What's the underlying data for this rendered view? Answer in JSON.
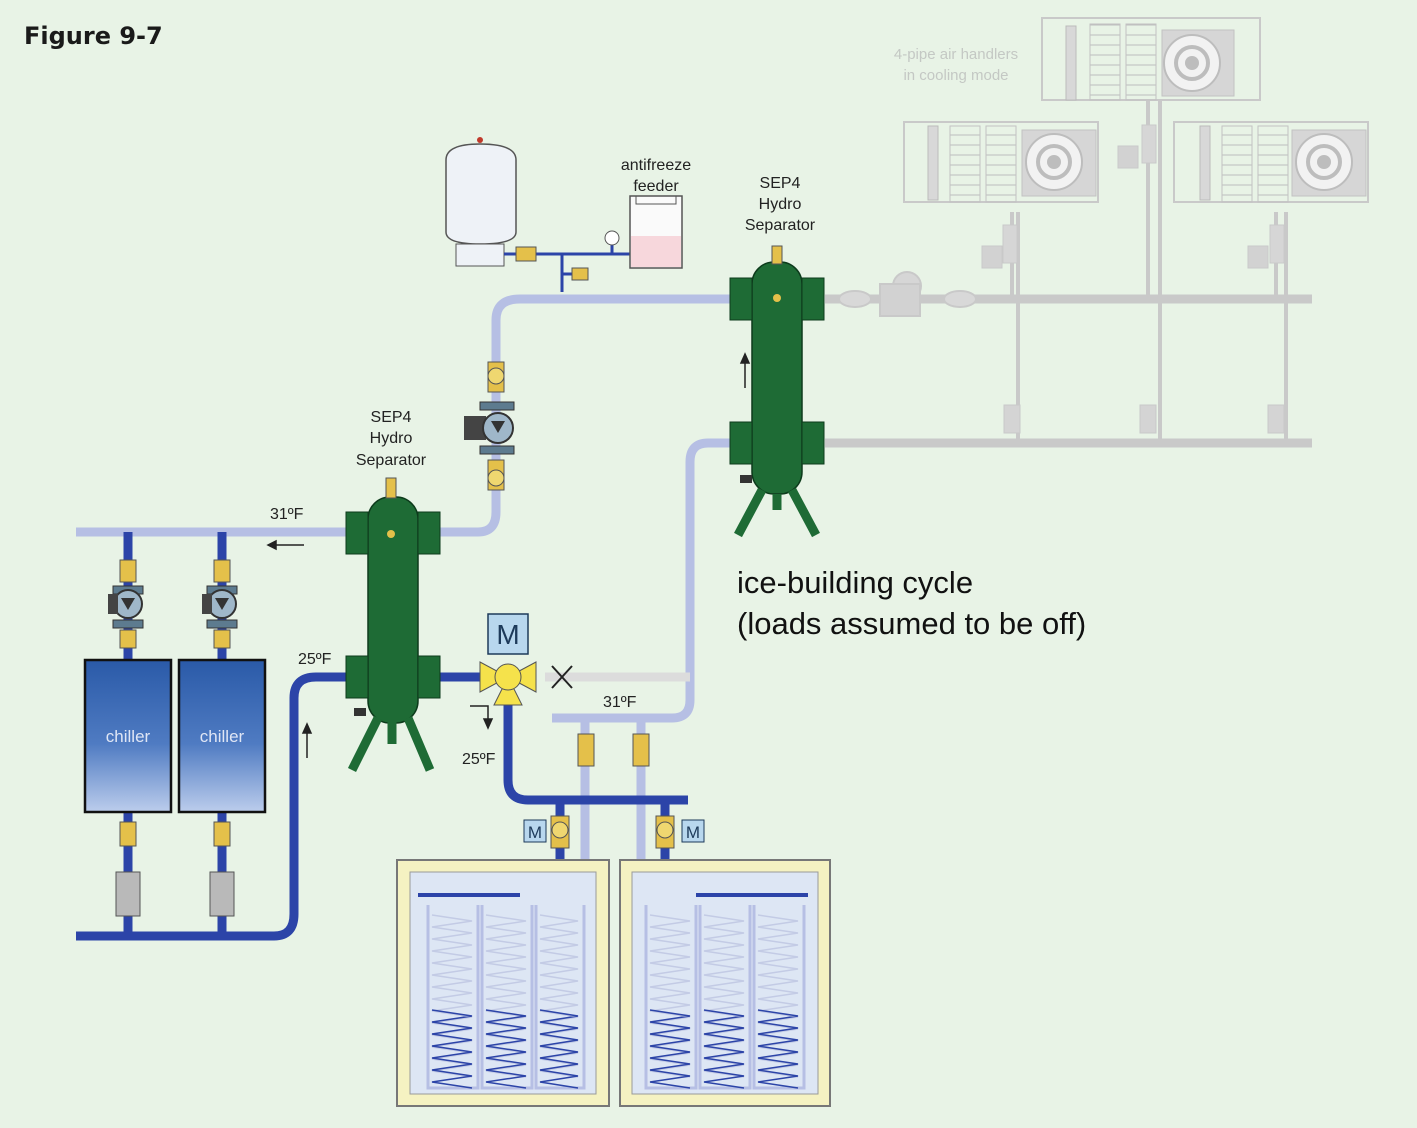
{
  "figure_title": "Figure 9-7",
  "labels": {
    "air_handlers_line1": "4-pipe air handlers",
    "air_handlers_line2": "in cooling mode",
    "antifreeze_line1": "antifreeze",
    "antifreeze_line2": "feeder",
    "sep_right_line1": "SEP4",
    "sep_right_line2": "Hydro",
    "sep_right_line3": "Separator",
    "sep_left_line1": "SEP4",
    "sep_left_line2": "Hydro",
    "sep_left_line3": "Separator",
    "temp_supply_top": "31ºF",
    "temp_left_return": "25ºF",
    "temp_tank_return": "31ºF",
    "temp_valve_out": "25ºF",
    "cycle_line1": "ice-building cycle",
    "cycle_line2": "(loads assumed to be off)",
    "chiller_1": "chiller",
    "chiller_2": "chiller",
    "motor_valve_main": "M",
    "motor_valve_tank1": "M",
    "motor_valve_tank2": "M"
  },
  "colors": {
    "background": "#e8f3e6",
    "cold_pipe": "#2c44a8",
    "light_pipe": "#b6bfe4",
    "separator": "#1e6b35",
    "grey_equipment": "#cacaca",
    "chiller_top": "#2a5aa8",
    "chiller_bottom": "#b9cbeb",
    "valve_brass": "#e4c04a",
    "tank_fill": "#f5f2c2"
  }
}
